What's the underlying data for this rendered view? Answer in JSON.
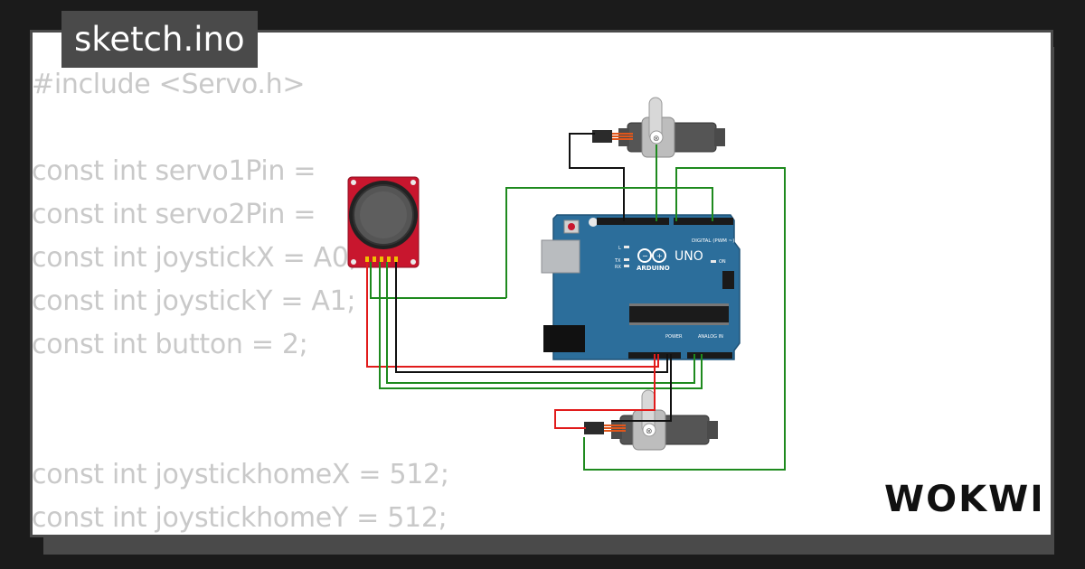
{
  "tab": {
    "filename": "sketch.ino"
  },
  "code_lines": [
    "#include <Servo.h>",
    "",
    "const int servo1Pin = ",
    "const int servo2Pin = ",
    "const int joystickX = A0;",
    "const int joystickY = A1;",
    "const int button = 2;",
    "",
    "",
    "const int joystickhomeX = 512;",
    "const int joystickhomeY = 512;"
  ],
  "arduino": {
    "model_label": "UNO",
    "brand_label": "ARDUINO",
    "digital_label": "DIGITAL (PWM ~)",
    "analog_label": "ANALOG IN",
    "power_label": "POWER",
    "led_l": "L",
    "led_tx": "TX",
    "led_rx": "RX",
    "on_label": "ON"
  },
  "brand": {
    "name": "WOKWI"
  },
  "colors": {
    "board": "#2c6e9b",
    "joystick_pcb": "#c8162e",
    "wire_green": "#1e8a1e",
    "wire_red": "#e11b1b",
    "wire_black": "#111111",
    "code_text": "#c9c9c9",
    "frame": "#4a4a4a"
  }
}
